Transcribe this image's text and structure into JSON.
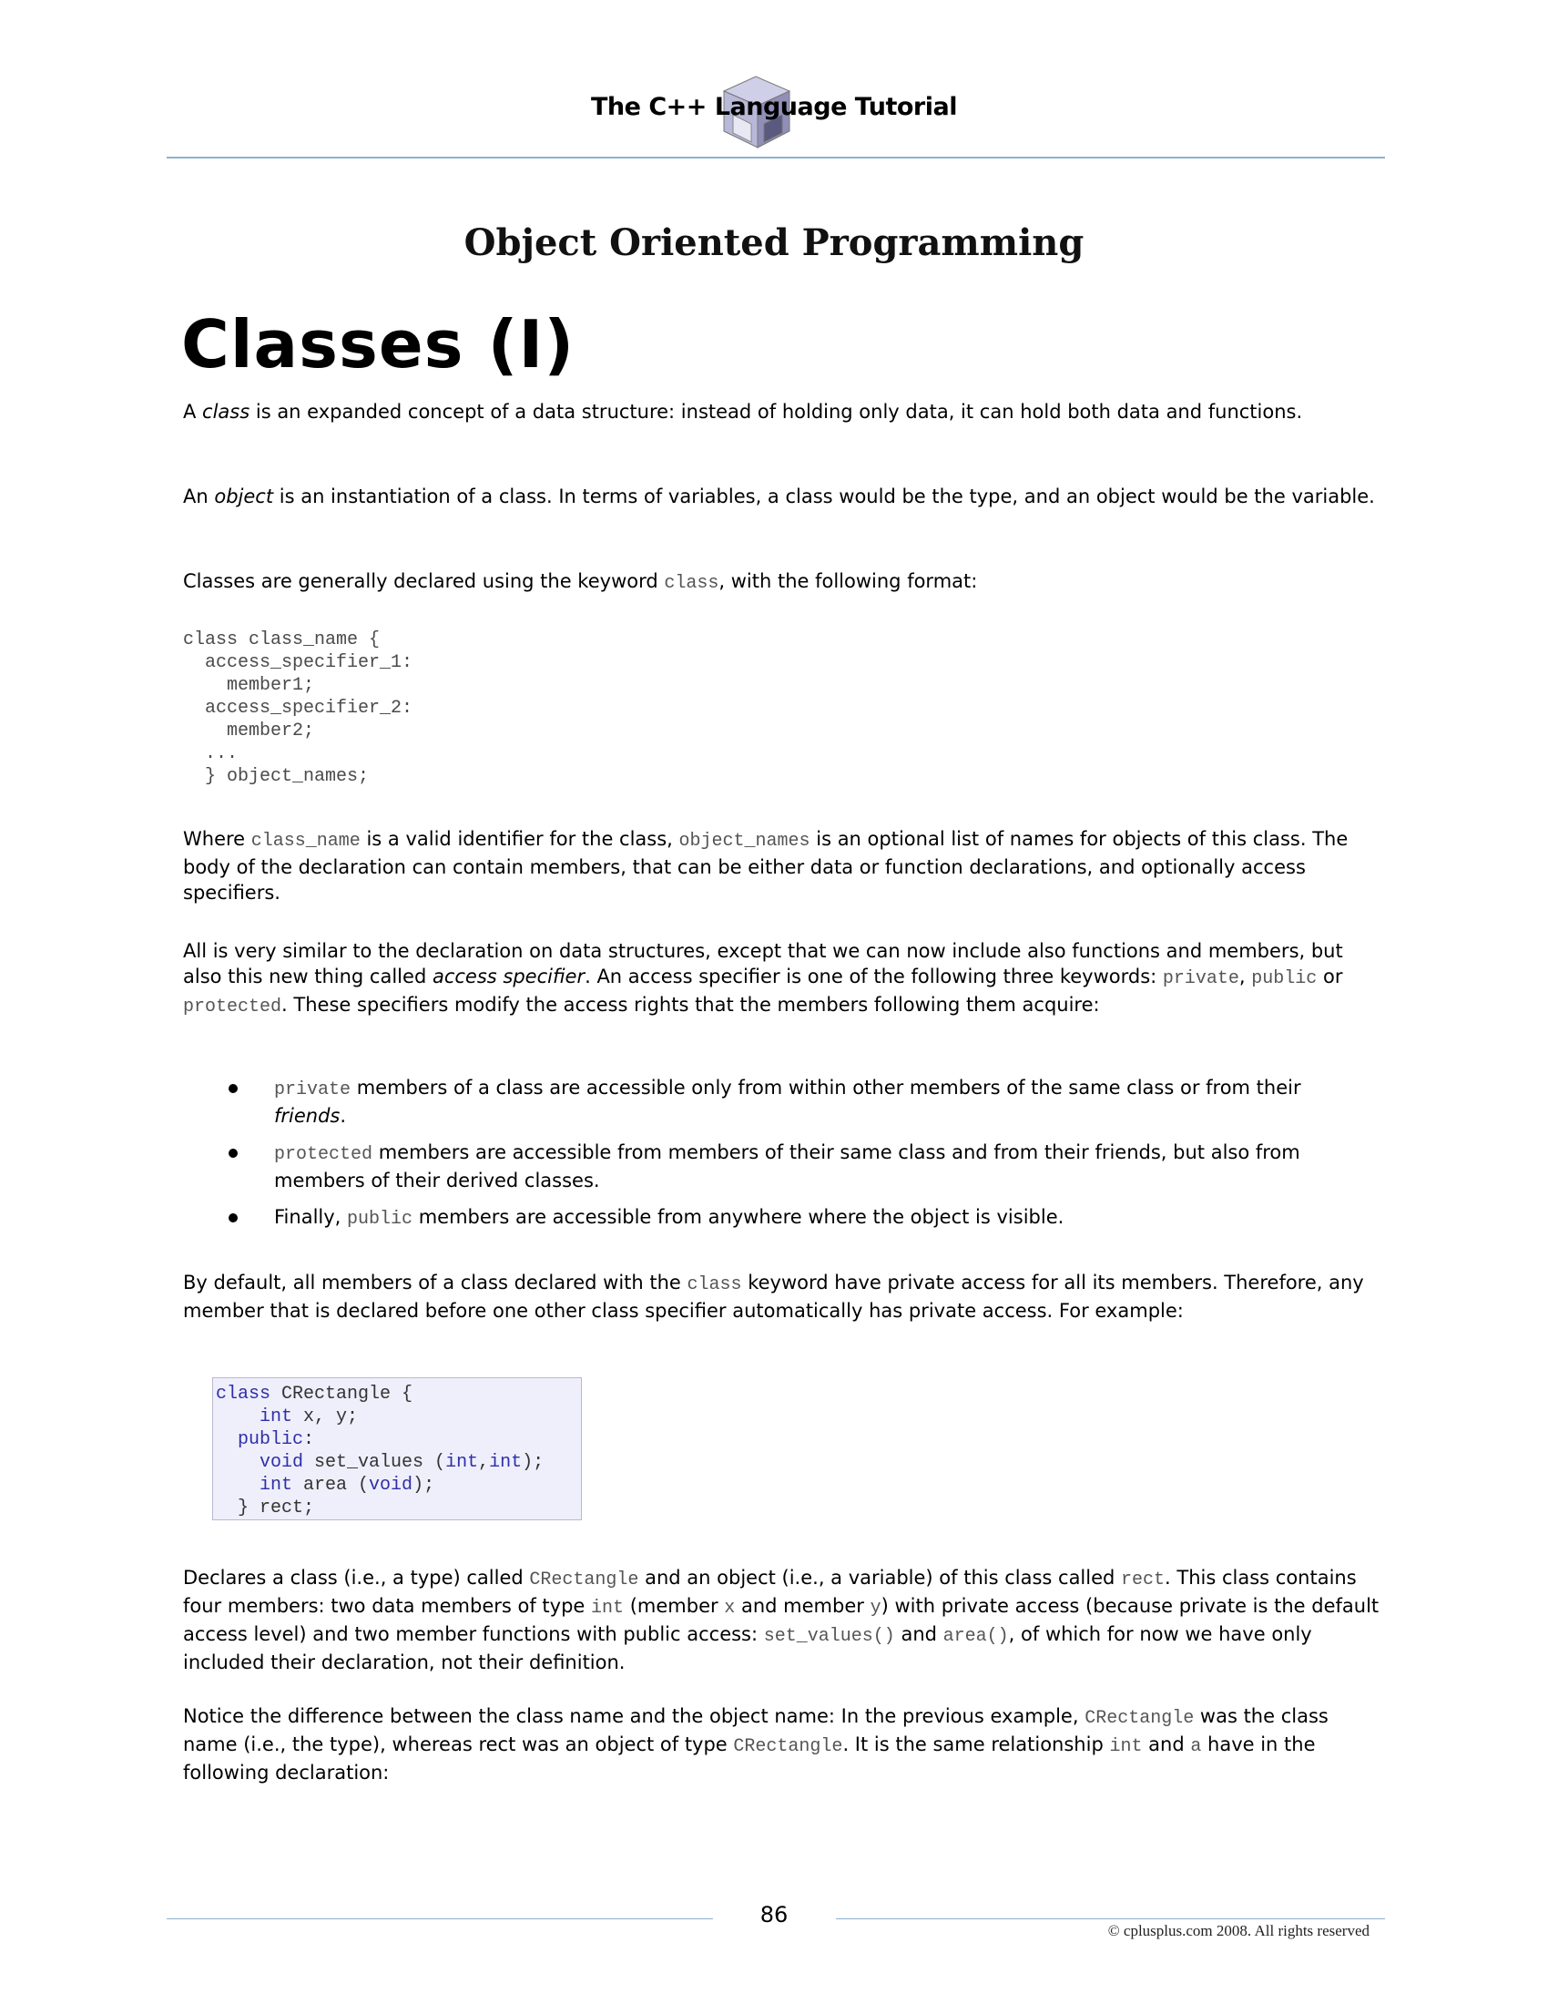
{
  "header": {
    "title": "The C++ Language Tutorial",
    "logo_icon": "cube-logo-icon"
  },
  "chapter_title": "Object Oriented Programming",
  "section_title": "Classes (I)",
  "p1": {
    "t1": "A ",
    "em1": "class",
    "t2": " is an expanded concept of a data structure: instead of holding only data, it can hold both data and functions."
  },
  "p2": {
    "t1": "An ",
    "em1": "object",
    "t2": " is an instantiation of a class. In terms of variables, a class would be the type, and an object would be the variable."
  },
  "p3": {
    "t1": "Classes are generally declared using the keyword ",
    "c1": "class",
    "t2": ", with the following format:"
  },
  "code_format": "class class_name {\n  access_specifier_1:\n    member1;\n  access_specifier_2:\n    member2;\n  ...\n  } object_names;",
  "p4": {
    "t1": "Where ",
    "c1": "class_name",
    "t2": " is a valid identifier for the class, ",
    "c2": "object_names",
    "t3": " is an optional list of names for objects of this class. The body of the declaration can contain members, that can be either data or function declarations, and optionally access specifiers."
  },
  "p5": {
    "t1": "All is very similar to the declaration on data structures, except that we can now include also functions and members, but also this new thing called ",
    "em1": "access specifier",
    "t2": ". An access specifier is one of the following three keywords: ",
    "c1": "private",
    "t3": ", ",
    "c2": "public",
    "t4": " or ",
    "c3": "protected",
    "t5": ". These specifiers modify the access rights that the members following them acquire:"
  },
  "bullets": [
    {
      "c1": "private",
      "t1": " members of a class are accessible only from within other members of the same class or from their ",
      "em1": "friends",
      "t2": "."
    },
    {
      "c1": "protected",
      "t1": " members are accessible from members of their same class and from their friends, but also from members of their derived classes."
    },
    {
      "t0": "Finally, ",
      "c1": "public",
      "t1": " members are accessible from anywhere where the object is visible."
    }
  ],
  "p6": {
    "t1": "By default, all members of a class declared with the ",
    "c1": "class",
    "t2": " keyword have private access for all its members. Therefore, any member that is declared before one other class specifier automatically has private access. For example:"
  },
  "code_example": {
    "l1_kw": "class",
    "l1_rest": " CRectangle {",
    "l2_kw": "int",
    "l2_rest": " x, y;",
    "l3_kw": "public",
    "l3_rest": ":",
    "l4_kw": "void",
    "l4_rest_a": " set_values (",
    "l4_kw2": "int",
    "l4_comma": ",",
    "l4_kw3": "int",
    "l4_rest_b": ");",
    "l5_kw": "int",
    "l5_rest_a": " area (",
    "l5_kw2": "void",
    "l5_rest_b": ");",
    "l6": "} rect;"
  },
  "p7": {
    "t1": "Declares a class (i.e., a type) called ",
    "c1": "CRectangle",
    "t2": " and an object (i.e., a variable) of this class called ",
    "c2": "rect",
    "t3": ". This class contains four members: two data members of type ",
    "c3": "int",
    "t4": " (member ",
    "c4": "x",
    "t5": " and member ",
    "c5": "y",
    "t6": ") with private access (because private is the default access level) and two member functions with public access: ",
    "c6": "set_values()",
    "t7": " and ",
    "c7": "area()",
    "t8": ", of which for now we have only included their declaration, not their definition."
  },
  "p8": {
    "t1": "Notice the difference between the class name and the object name: In the previous example, ",
    "c1": "CRectangle",
    "t2": " was the class name (i.e., the type), whereas rect was an object of type ",
    "c2": "CRectangle",
    "t3": ". It is the same relationship ",
    "c3": "int",
    "t4": " and ",
    "c4": "a",
    "t5": " have in the following declaration:"
  },
  "footer": {
    "page_number": "86",
    "copyright": "© cplusplus.com 2008. All rights reserved"
  }
}
